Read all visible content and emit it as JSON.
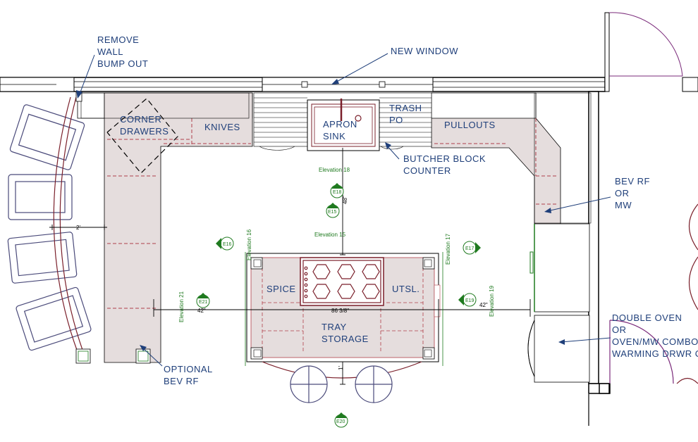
{
  "notes": {
    "remove_wall": [
      "REMOVE",
      "WALL",
      "BUMP OUT"
    ],
    "new_window": "NEW WINDOW",
    "corner_drawers": [
      "CORNER",
      "DRAWERS"
    ],
    "knives": "KNIVES",
    "apron_sink": [
      "APRON",
      "SINK"
    ],
    "trash": [
      "TRASH",
      "PO"
    ],
    "pullouts": "PULLOUTS",
    "butcher_block": [
      "BUTCHER BLOCK",
      "COUNTER"
    ],
    "bev_rf_or_mw": [
      "BEV RF",
      "OR",
      "MW"
    ],
    "spice": "SPICE",
    "utsl": "UTSL.",
    "tray_storage": [
      "TRAY",
      "STORAGE"
    ],
    "optional_bev_rf": [
      "OPTIONAL",
      "BEV RF"
    ],
    "double_oven": [
      "DOUBLE OVEN",
      "OR",
      "OVEN/MW COMBO",
      "WARMING DRWR OR"
    ]
  },
  "dimensions": {
    "aisle_left": "2'",
    "depth_48": "48\"",
    "island_length": "86 3/8\"",
    "gap_left": "42\"",
    "gap_right": "42\"",
    "seating_1": "1'"
  },
  "elevations": {
    "e18": "Elevation 18",
    "e15": "Elevation 15",
    "e16": "Elevation 16",
    "e17": "Elevation 17",
    "e21": "Elevation 21",
    "e19": "Elevation 19"
  },
  "markers": {
    "m18": "E18",
    "m15": "E15",
    "m16": "E16",
    "m17": "E17",
    "m21": "E21",
    "m19": "E19",
    "m20": "E20"
  },
  "colors": {
    "note": "#1f3f7a",
    "wall": "#000000",
    "cabinet_fill": "#e5dddd",
    "cabinet_line": "#b0404a",
    "appliance": "#7a1f2a",
    "seating": "#4a4a7a",
    "marker": "#1f7a1f"
  }
}
